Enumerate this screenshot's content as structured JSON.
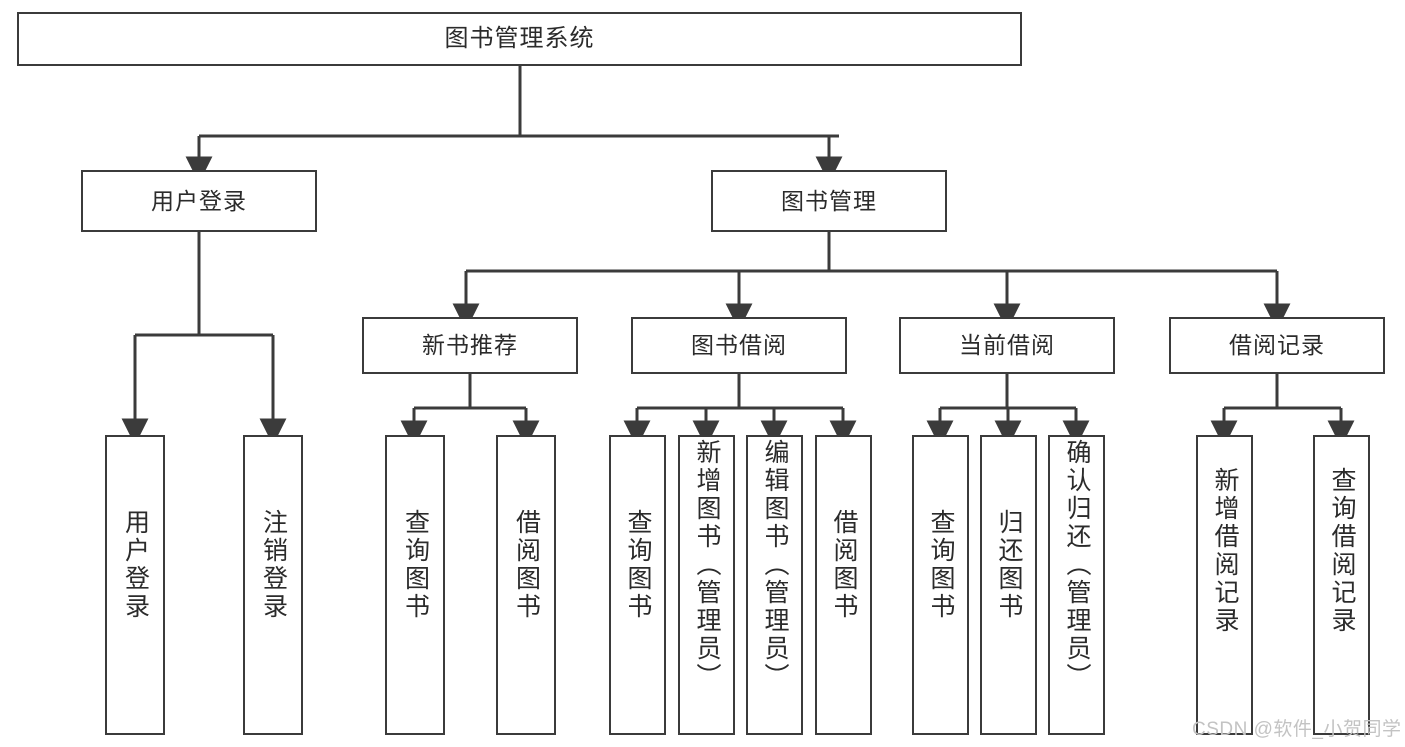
{
  "diagram": {
    "title": "图书管理系统",
    "type": "tree-hierarchy-chart",
    "root": {
      "label": "图书管理系统"
    },
    "level2": [
      {
        "label": "用户登录"
      },
      {
        "label": "图书管理"
      }
    ],
    "level3": [
      {
        "label": "新书推荐"
      },
      {
        "label": "图书借阅"
      },
      {
        "label": "当前借阅"
      },
      {
        "label": "借阅记录"
      }
    ],
    "leaves": {
      "user_login": [
        {
          "label": "用户登录"
        },
        {
          "label": "注销登录"
        }
      ],
      "new_book_recommend": [
        {
          "label": "查询图书"
        },
        {
          "label": "借阅图书"
        }
      ],
      "book_borrow": [
        {
          "label": "查询图书"
        },
        {
          "label": "新增图书（管理员）"
        },
        {
          "label": "编辑图书（管理员）"
        },
        {
          "label": "借阅图书"
        }
      ],
      "current_borrow": [
        {
          "label": "查询图书"
        },
        {
          "label": "归还图书"
        },
        {
          "label": "确认归还（管理员）"
        }
      ],
      "borrow_record": [
        {
          "label": "新增借阅记录"
        },
        {
          "label": "查询借阅记录"
        }
      ]
    }
  },
  "watermark": {
    "text": "CSDN @软件_小贺同学"
  },
  "colors": {
    "stroke": "#3b3b3b",
    "text": "#2b2b2b",
    "background": "#ffffff",
    "watermark": "#c3c3c3"
  }
}
